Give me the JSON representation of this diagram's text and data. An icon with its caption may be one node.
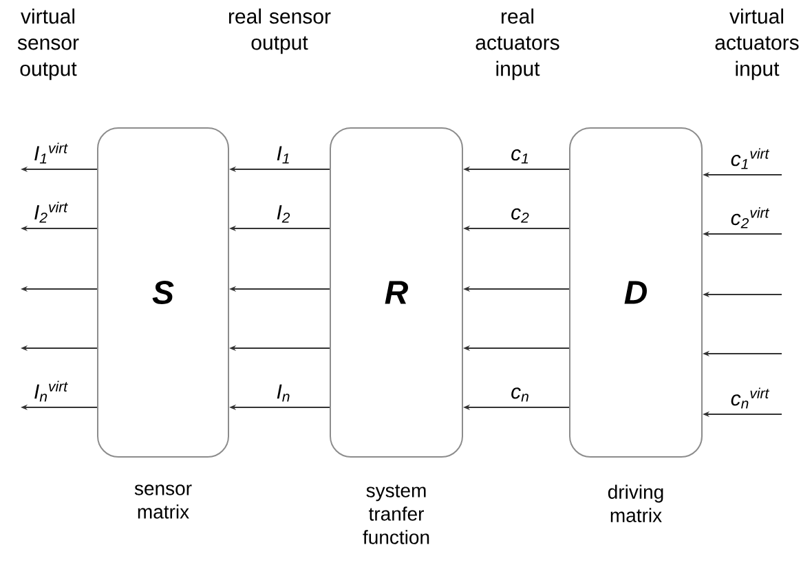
{
  "diagram": {
    "nodes": [
      {
        "text": [
          "S"
        ],
        "beside": [
          "sensor matrix"
        ]
      },
      {
        "text": [
          "R"
        ],
        "beside": [
          "system tranfer function"
        ]
      },
      {
        "text": [
          "D"
        ],
        "beside": [
          "driving matrix"
        ]
      }
    ],
    "edges": [
      {
        "from": 0,
        "to": null,
        "arrow": "to",
        "label": "I$_{1}$$^{virt}$"
      },
      {
        "from": 0,
        "to": null,
        "arrow": "to",
        "label": "I$_{2}$$^{virt}$"
      },
      {
        "from": 0,
        "to": null,
        "arrow": "to"
      },
      {
        "from": 0,
        "to": null,
        "arrow": "to"
      },
      {
        "from": 0,
        "to": null,
        "arrow": "to",
        "label": "I$_{n}$$^{virt}$"
      },
      {
        "from": 1,
        "to": 0,
        "arrow": "to",
        "label": "I$_{1}$"
      },
      {
        "from": 1,
        "to": 0,
        "arrow": "to",
        "label": "I$_{2}$"
      },
      {
        "from": 1,
        "to": 0,
        "arrow": "to"
      },
      {
        "from": 1,
        "to": 0,
        "arrow": "to"
      },
      {
        "from": 1,
        "to": 0,
        "arrow": "to",
        "label": "I$_{n}$"
      },
      {
        "from": 2,
        "to": 1,
        "arrow": "to",
        "label": "c$_{1}$"
      },
      {
        "from": 2,
        "to": 1,
        "arrow": "to",
        "label": "c$_{2}$"
      },
      {
        "from": 2,
        "to": 1,
        "arrow": "to"
      },
      {
        "from": 2,
        "to": 1,
        "arrow": "to"
      },
      {
        "from": 2,
        "to": 1,
        "arrow": "to",
        "label": "c$_{n}$"
      },
      {
        "from": null,
        "to": 2,
        "arrow": "to",
        "label": "c$_{1}$$^{virt}$"
      },
      {
        "from": null,
        "to": 2,
        "arrow": "to",
        "label": "c$_{2}$$^{virt}$"
      },
      {
        "from": null,
        "to": 2,
        "arrow": "to"
      },
      {
        "from": null,
        "to": 2,
        "arrow": "to"
      },
      {
        "from": null,
        "to": 2,
        "arrow": "to",
        "label": "c$_{n}$$^{virt}$"
      }
    ],
    "labels": [
      "virtual sensor output",
      "real sensor output",
      "real actuators input",
      "virtual actuators input"
    ]
  }
}
